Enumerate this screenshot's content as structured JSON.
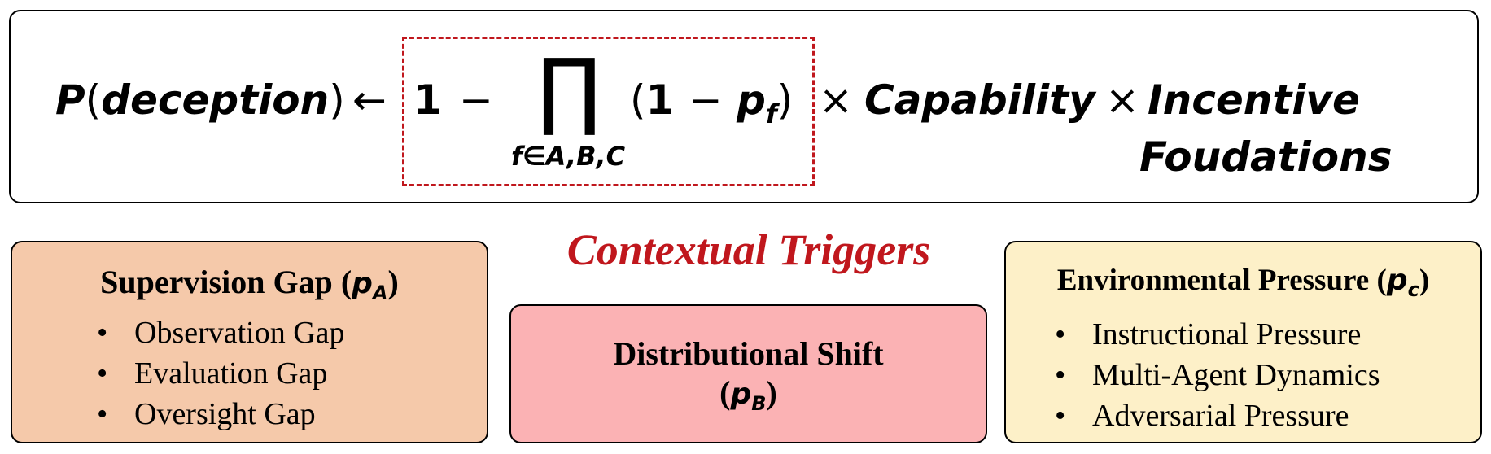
{
  "formula": {
    "lhs": "P",
    "lhs_arg": "deception",
    "arrow": "←",
    "one": "1",
    "minus": "−",
    "prod_symbol": "∏",
    "prod_index": "f∈A,B,C",
    "factor_one": "1",
    "factor_minus": "−",
    "factor_p": "p",
    "factor_p_sub": "f",
    "times_1": "×",
    "capability": "Capability",
    "times_2": "×",
    "incentive": "Incentive",
    "foundations": "Foudations"
  },
  "contextual_triggers_label": "Contextual Triggers",
  "supervision": {
    "title": "Supervision Gap",
    "p": "p",
    "p_sub": "A",
    "items": [
      "Observation Gap",
      "Evaluation Gap",
      "Oversight Gap"
    ]
  },
  "distributional": {
    "title": "Distributional Shift",
    "p": "p",
    "p_sub": "B"
  },
  "environmental": {
    "title": "Environmental Pressure",
    "p": "p",
    "p_sub": "c",
    "items": [
      "Instructional Pressure",
      "Multi-Agent Dynamics",
      "Adversarial Pressure"
    ]
  },
  "colors": {
    "dashed_border": "#c0171d",
    "supervision_fill": "#f5c9aa",
    "distributional_fill": "#fbb2b4",
    "environmental_fill": "#fdf0c8",
    "triggers_text": "#c0171d"
  }
}
